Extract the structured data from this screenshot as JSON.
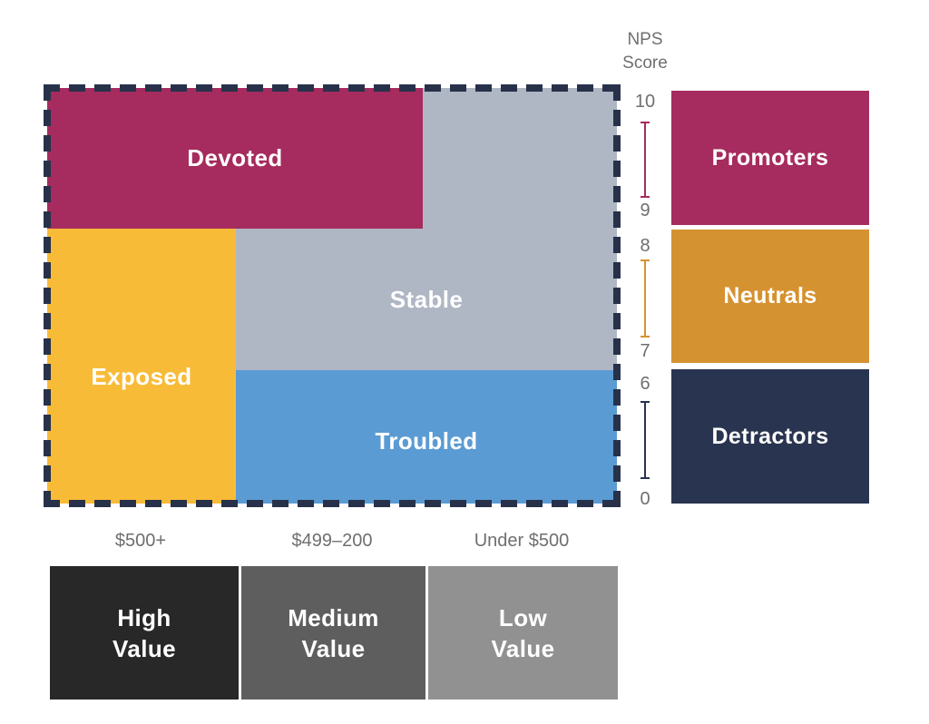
{
  "colors": {
    "maroon": "#A62B5E",
    "yellow": "#F8BB37",
    "stable_gray": "#AFB6C4",
    "troubled_blue": "#5B9BD3",
    "neutral_orange": "#D59231",
    "navy": "#293450",
    "dash_navy": "#27324A",
    "high_gray": "#282828",
    "medium_gray": "#5E5E5E",
    "low_gray": "#919191",
    "label_gray": "#6F6F6F"
  },
  "matrix": {
    "devoted_label": "Devoted",
    "stable_label": "Stable",
    "exposed_label": "Exposed",
    "troubled_label": "Troubled"
  },
  "nps_scale": {
    "title": "NPS\nScore",
    "ticks": [
      "10",
      "9",
      "8",
      "7",
      "6",
      "0"
    ]
  },
  "nps_groups": {
    "promoters_label": "Promoters",
    "neutrals_label": "Neutrals",
    "detractors_label": "Detractors"
  },
  "value_axis": {
    "high_range": "$500+",
    "medium_range": "$499–200",
    "low_range": "Under $500",
    "high_label": "High\nValue",
    "medium_label": "Medium\nValue",
    "low_label": "Low\nValue"
  }
}
